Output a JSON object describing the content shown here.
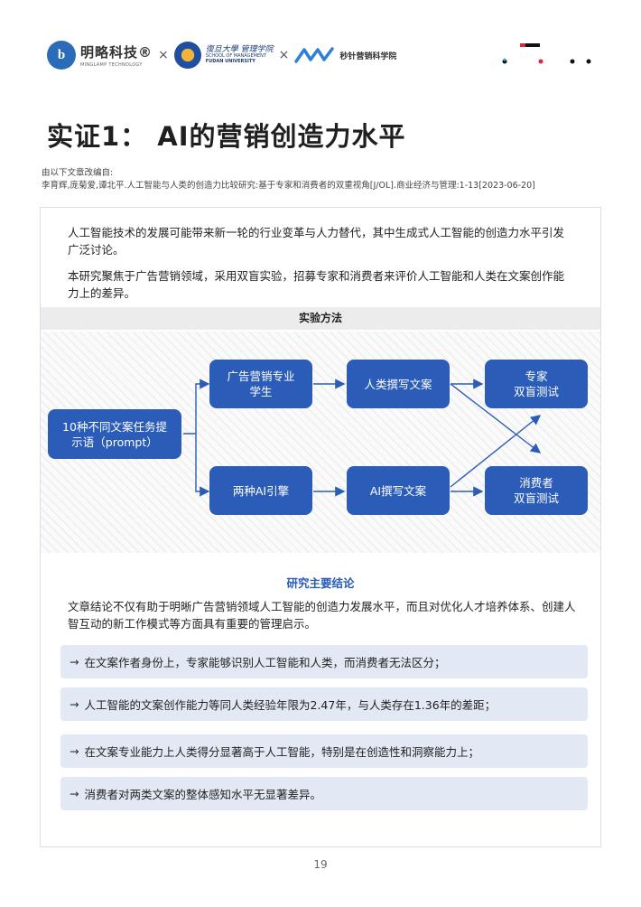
{
  "header": {
    "logo1_mark": "b",
    "logo1_cn": "明略科技®",
    "logo1_en": "MINGLAMP TECHNOLOGY",
    "separator": "×",
    "logo2_cn": "復旦大學 管理学院",
    "logo2_en1": "SCHOOL OF MANAGEMENT",
    "logo2_en2": "FUDAN UNIVERSITY",
    "logo3_text": "秒针营销科学院"
  },
  "title": "实证1：  AI的营销创造力水平",
  "source": {
    "line1": "由以下文章改编自:",
    "line2": "李育辉,庞菊爱,谭北平.人工智能与人类的创造力比较研究:基于专家和消费者的双重视角[J/OL].商业经济与管理:1-13[2023-06-20]"
  },
  "intro": {
    "p1": "人工智能技术的发展可能带来新一轮的行业变革与人力替代，其中生成式人工智能的创造力水平引发广泛讨论。",
    "p2": "本研究聚焦于广告营销领域，采用双盲实验，招募专家和消费者来评价人工智能和人类在文案创作能力上的差异。"
  },
  "method": {
    "header": "实验方法",
    "nodes": {
      "prompt_l1": "10种不同文案任务提",
      "prompt_l2": "示语（prompt）",
      "students_l1": "广告营销专业",
      "students_l2": "学生",
      "ai_engines": "两种AI引擎",
      "human_copy": "人类撰写文案",
      "ai_copy": "AI撰写文案",
      "expert_l1": "专家",
      "expert_l2": "双盲测试",
      "consumer_l1": "消费者",
      "consumer_l2": "双盲测试"
    }
  },
  "conclusion": {
    "title": "研究主要结论",
    "text": "文章结论不仅有助于明晰广告营销领域人工智能的创造力发展水平，而且对优化人才培养体系、创建人智互动的新工作模式等方面具有重要的管理启示。",
    "arrow": "→",
    "findings": [
      "在文案作者身份上，专家能够识别人工智能和人类，而消费者无法区分；",
      "人工智能的文案创作能力等同人类经验年限为2.47年，与人类存在1.36年的差距；",
      "在文案专业能力上人类得分显著高于人工智能，特别是在创造性和洞察能力上；",
      "消费者对两类文案的整体感知水平无显著差异。"
    ]
  },
  "page_number": "19",
  "colors": {
    "node_blue": "#2b5cb8",
    "finding_bg": "#e2e9f4",
    "accent_title": "#2b5cb8"
  }
}
